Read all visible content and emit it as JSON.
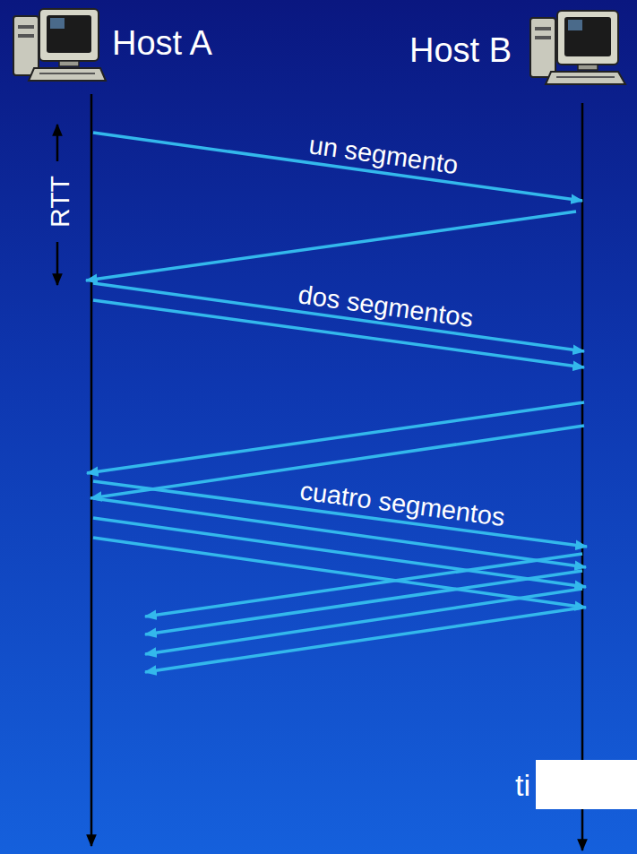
{
  "diagram": {
    "labels": [
      "Host A",
      "Host B",
      "RTT",
      "un segmento",
      "dos segmentos",
      "cuatro segmentos",
      "ti"
    ]
  }
}
